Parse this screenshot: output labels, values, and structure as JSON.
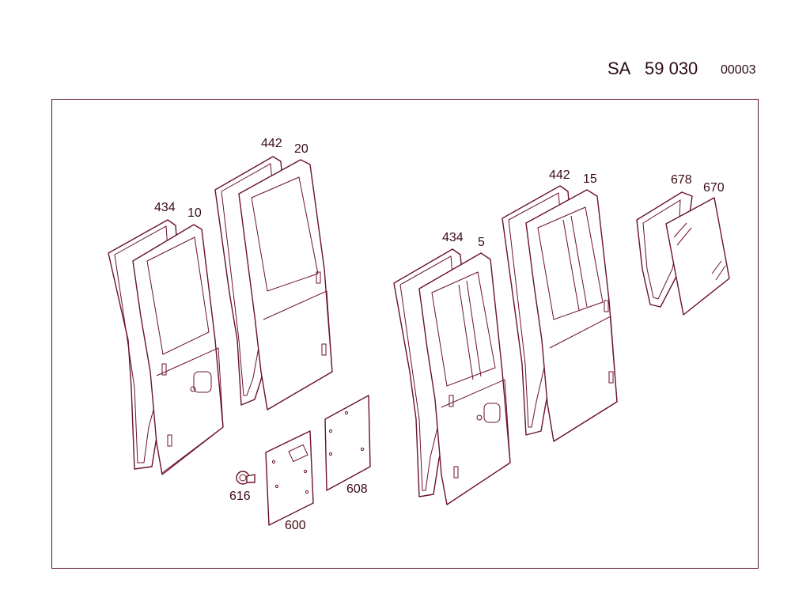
{
  "header": {
    "prefix": "SA",
    "group_number": "59 030",
    "sheet_code": "00003"
  },
  "labels": {
    "l434_left": "434",
    "l10": "10",
    "l442_left": "442",
    "l20": "20",
    "l434_mid": "434",
    "l5": "5",
    "l442_right": "442",
    "l15": "15",
    "l678": "678",
    "l670": "670",
    "l616": "616",
    "l600": "600",
    "l608": "608"
  },
  "colors": {
    "line": "#6b1229",
    "frame": "#5a0f22",
    "text": "#3a0a14"
  }
}
